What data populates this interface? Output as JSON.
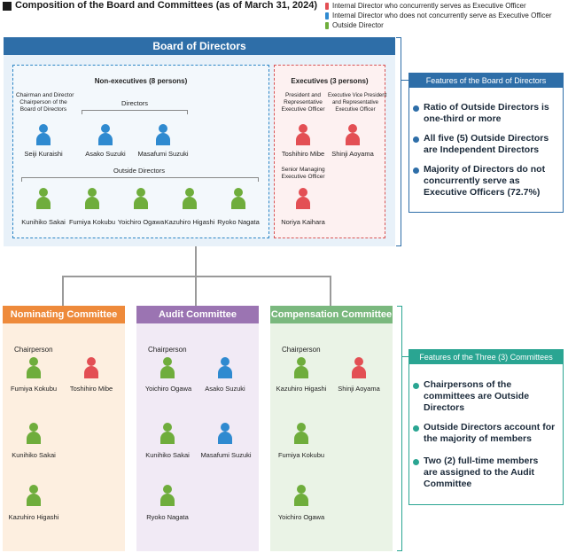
{
  "title": "Composition of the Board and Committees (as of March 31, 2024)",
  "legend": [
    {
      "color": "#e34f54",
      "text": "Internal Director who concurrently serves as  Executive Officer"
    },
    {
      "color": "#2f8ad0",
      "text": "Internal Director who does not concurrently serve as Executive Officer"
    },
    {
      "color": "#6fad3c",
      "text": "Outside Director"
    }
  ],
  "board": {
    "title": "Board of Directors",
    "nonexec": {
      "title": "Non-executives (8 persons)",
      "chairman_role": [
        "Chairman and Director",
        "Chairperson of the",
        "Board of Directors"
      ],
      "chairman": "Seiji Kuraishi",
      "directors_label": "Directors",
      "directors": [
        "Asako Suzuki",
        "Masafumi Suzuki"
      ],
      "outside_label": "Outside Directors",
      "outside": [
        "Kunihiko Sakai",
        "Fumiya Kokubu",
        "Yoichiro Ogawa",
        "Kazuhiro Higashi",
        "Ryoko Nagata"
      ]
    },
    "exec": {
      "title": "Executives (3 persons)",
      "president_role": [
        "President and",
        "Representative",
        "Executive Officer"
      ],
      "president": "Toshihiro Mibe",
      "evp_role": [
        "Executive Vice President",
        "and Representative",
        "Executive Officer"
      ],
      "evp": "Shinji Aoyama",
      "smeo_role": [
        "Senior Managing",
        "Executive Officer"
      ],
      "smeo": "Noriya Kaihara"
    }
  },
  "board_features": {
    "title": "Features of the Board of Directors",
    "items": [
      [
        "Ratio of Outside Directors is",
        "one-third or more"
      ],
      [
        "All five (5) Outside Directors",
        "are Independent Directors"
      ],
      [
        "Majority of Directors do not",
        "concurrently serve as",
        "Executive Officers (72.7%)"
      ]
    ]
  },
  "committees": [
    {
      "name": "Nominating Committee",
      "chair_label": "Chairperson",
      "members": [
        "Fumiya Kokubu",
        "Toshihiro Mibe",
        "Kunihiko Sakai",
        "Kazuhiro Higashi"
      ]
    },
    {
      "name": "Audit Committee",
      "chair_label": "Chairperson",
      "members": [
        "Yoichiro Ogawa",
        "Asako Suzuki",
        "Kunihiko Sakai",
        "Masafumi Suzuki",
        "Ryoko Nagata"
      ]
    },
    {
      "name": "Compensation Committee",
      "chair_label": "Chairperson",
      "members": [
        "Kazuhiro Higashi",
        "Shinji Aoyama",
        "Fumiya Kokubu",
        "Yoichiro Ogawa"
      ]
    }
  ],
  "committee_features": {
    "title": "Features of the Three (3) Committees",
    "items": [
      [
        "Chairpersons of the",
        "committees are Outside",
        "Directors"
      ],
      [
        "Outside Directors account for",
        "the majority of members"
      ],
      [
        "Two (2) full-time members",
        "are assigned to the Audit",
        "Committee"
      ]
    ]
  },
  "colors": {
    "board_blue": "#2e6ea8",
    "teal": "#2aa592",
    "nominating": "#ee8a3b",
    "audit": "#9b74b2",
    "compensation": "#7ab87e",
    "internal_exec": "#e34f54",
    "internal_nonexec": "#2f8ad0",
    "outside": "#6fad3c"
  }
}
